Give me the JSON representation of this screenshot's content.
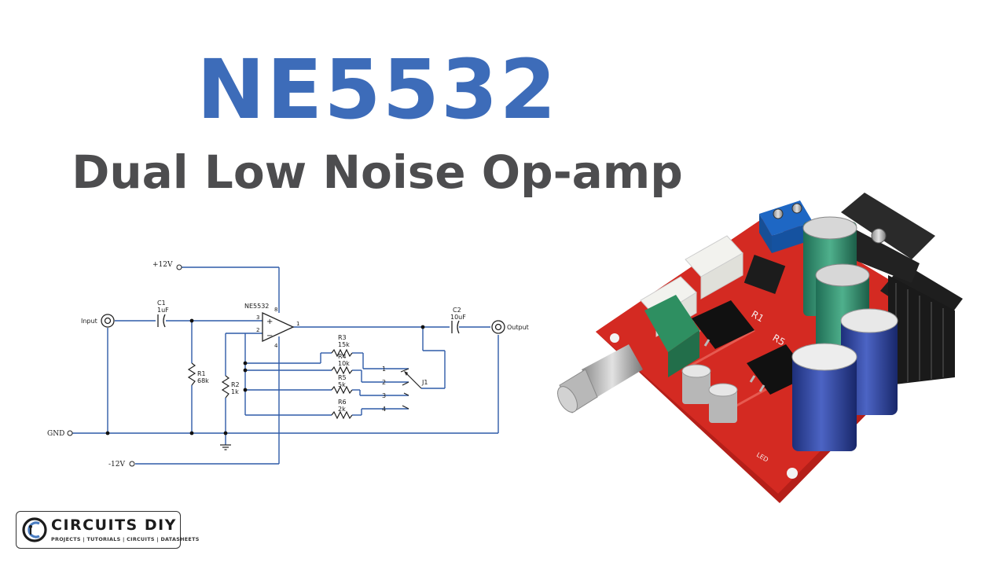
{
  "header": {
    "title": "NE5532",
    "subtitle": "Dual Low Noise Op-amp"
  },
  "schematic": {
    "rails": {
      "pos": "+12V",
      "neg": "-12V",
      "gnd": "GND"
    },
    "ports": {
      "input": "Input",
      "output": "Output"
    },
    "ic": {
      "name": "NE5532",
      "pin_plus": "+",
      "pin_minus": "−",
      "pin_3": "3",
      "pin_2": "2",
      "pin_1": "1",
      "pin_8": "8",
      "pin_4": "4"
    },
    "c1": {
      "ref": "C1",
      "value": "1uF"
    },
    "c2": {
      "ref": "C2",
      "value": "10uF"
    },
    "r1": {
      "ref": "R1",
      "value": "68k"
    },
    "r2": {
      "ref": "R2",
      "value": "1k"
    },
    "r3": {
      "ref": "R3",
      "value": "15k"
    },
    "r4": {
      "ref": "R4",
      "value": "10k"
    },
    "r5": {
      "ref": "R5",
      "value": "5k"
    },
    "r6": {
      "ref": "R6",
      "value": "2k"
    },
    "switch": {
      "ref": "J1",
      "pos1": "1",
      "pos2": "2",
      "pos3": "3",
      "pos4": "4"
    },
    "wire_color": "#2f5ba8"
  },
  "board": {
    "silk_r1": "R1",
    "silk_r5": "R5",
    "silk_led": "LED",
    "pcb_color": "#d42a22"
  },
  "logo": {
    "name": "CIRCUITS DIY",
    "tagline": "PROJECTS | TUTORIALS | CIRCUITS | DATASHEETS"
  }
}
